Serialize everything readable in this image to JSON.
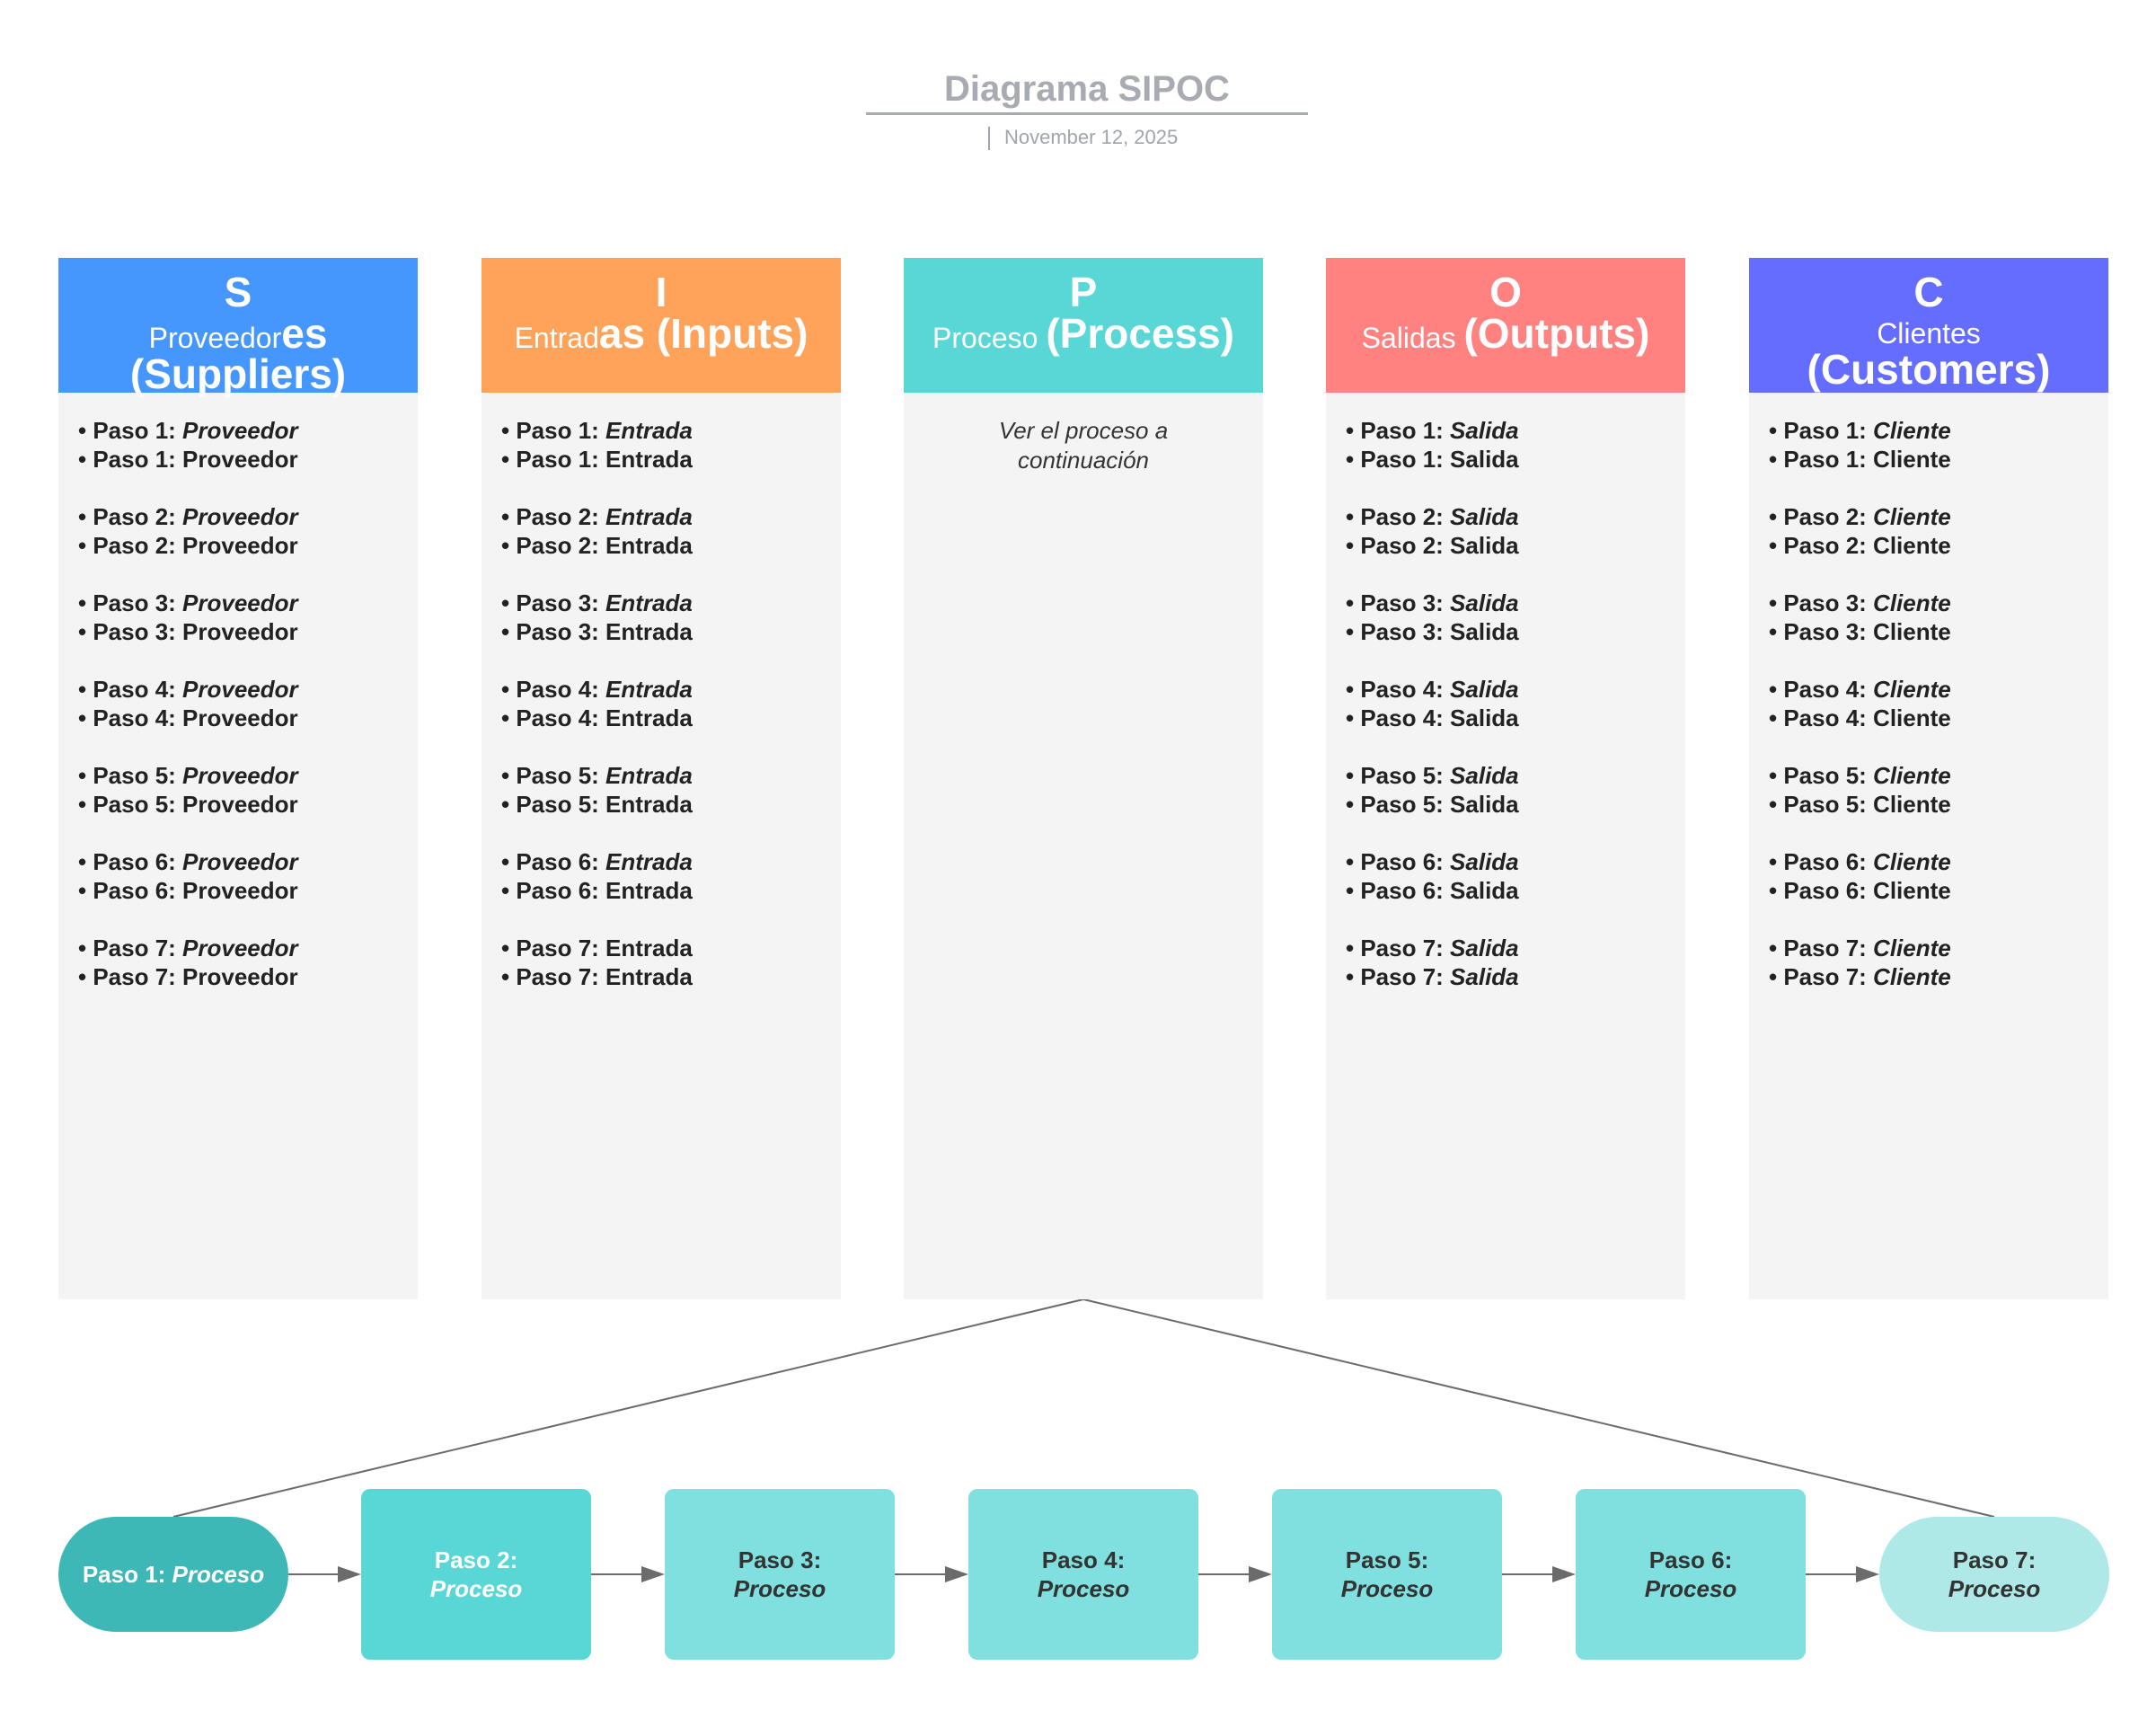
{
  "header": {
    "title": "Diagrama SIPOC",
    "date": "November 12, 2025"
  },
  "columns": [
    {
      "letter": "S",
      "sub_a": "Proveedor",
      "sub_b": "es (Suppliers)",
      "color": "#4596fd",
      "items": [
        [
          "Paso 1: ",
          "Proveedor",
          "Paso 1: Proveedor"
        ],
        [
          "Paso 2: ",
          "Proveedor",
          "Paso 2: Proveedor"
        ],
        [
          "Paso 3: ",
          "Proveedor",
          "Paso 3: Proveedor"
        ],
        [
          "Paso 4: ",
          "Proveedor",
          "Paso 4: Proveedor"
        ],
        [
          "Paso 5: ",
          "Proveedor",
          "Paso 5: Proveedor"
        ],
        [
          "Paso 6: ",
          "Proveedor",
          "Paso 6: Proveedor"
        ],
        [
          "Paso 7: ",
          "Proveedor",
          "Paso 7: Proveedor"
        ]
      ]
    },
    {
      "letter": "I",
      "sub_a": "Entrad",
      "sub_b": "as (Inputs)",
      "color": "#ffa35a",
      "items": [
        [
          "Paso 1: ",
          "Entrada",
          "Paso 1: Entrada"
        ],
        [
          "Paso 2: ",
          "Entrada",
          "Paso 2: Entrada"
        ],
        [
          "Paso 3: ",
          "Entrada",
          "Paso 3: Entrada"
        ],
        [
          "Paso 4: ",
          "Entrada",
          "Paso 4: Entrada"
        ],
        [
          "Paso 5: ",
          "Entrada",
          "Paso 5: Entrada"
        ],
        [
          "Paso 6: ",
          "Entrada",
          "Paso 6: Entrada"
        ],
        [
          "Paso 7: Entrada",
          "",
          "Paso 7: Entrada"
        ]
      ]
    },
    {
      "letter": "P",
      "sub_a": "Proceso ",
      "sub_b": "(Process)",
      "color": "#59d6d6",
      "note": "Ver el proceso a continuación"
    },
    {
      "letter": "O",
      "sub_a": "Salidas ",
      "sub_b": "(Outputs)",
      "color": "#ff8280",
      "items": [
        [
          "Paso 1: ",
          "Salida",
          "Paso 1: Salida"
        ],
        [
          "Paso 2: ",
          "Salida",
          "Paso 2: Salida"
        ],
        [
          "Paso 3: ",
          "Salida",
          "Paso 3: Salida"
        ],
        [
          "Paso 4: ",
          "Salida",
          "Paso 4: Salida"
        ],
        [
          "Paso 5: ",
          "Salida",
          "Paso 5: Salida"
        ],
        [
          "Paso 6: ",
          "Salida",
          "Paso 6: Salida"
        ],
        [
          "Paso 7: ",
          "Salida",
          "Paso 7: ",
          "Salida"
        ]
      ]
    },
    {
      "letter": "C",
      "sub_a": "Clientes",
      "sub_b": "(Customers)",
      "color": "#646dff",
      "items": [
        [
          "Paso 1: ",
          "Cliente",
          "Paso 1: Cliente"
        ],
        [
          "Paso 2: ",
          "Cliente",
          "Paso 2: Cliente"
        ],
        [
          "Paso 3: ",
          "Cliente",
          "Paso 3: Cliente"
        ],
        [
          "Paso 4: ",
          "Cliente",
          "Paso 4: Cliente"
        ],
        [
          "Paso 5: ",
          "Cliente",
          "Paso 5: Cliente"
        ],
        [
          "Paso 6: ",
          "Cliente",
          "Paso 6: Cliente"
        ],
        [
          "Paso 7: ",
          "Cliente",
          "Paso 7: ",
          "Cliente"
        ]
      ]
    }
  ],
  "process_steps": [
    {
      "label": "Paso 1: ",
      "em": "Proceso",
      "color": "#3db8b6",
      "text_color": "#ffffff"
    },
    {
      "label": "Paso 2:",
      "em": "Proceso",
      "color": "#59d6d6",
      "text_color": "#ffffff"
    },
    {
      "label": "Paso 3:",
      "em": "Proceso",
      "color": "#80e0df",
      "text_color": "#333333"
    },
    {
      "label": "Paso 4:",
      "em": "Proceso",
      "color": "#80e0df",
      "text_color": "#333333"
    },
    {
      "label": "Paso 5:",
      "em": "Proceso",
      "color": "#80e0df",
      "text_color": "#333333"
    },
    {
      "label": "Paso 6:",
      "em": "Proceso",
      "color": "#80e0df",
      "text_color": "#333333"
    },
    {
      "label": "Paso 7:",
      "em": "Proceso",
      "color": "#aee9e8",
      "text_color": "#333333"
    }
  ]
}
